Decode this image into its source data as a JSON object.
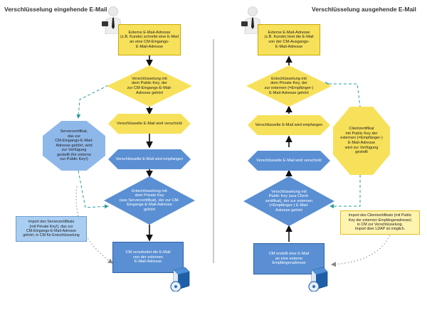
{
  "left": {
    "title": "Verschlüsselung eingehende E-Mail",
    "n1": "Externe E-Mail-Adresse\n(z.B. Kunde) schreibt eine E-Mail\nan eine CM-Eingangs-\nE-Mail-Adresse",
    "n2": "Verschlüsselung mit\ndem Public Key, der\nzur CM-Eingangs-E-Mail-\nAdresse gehört",
    "n3": "Verschlüsselte E-Mail wird verschickt",
    "n4": "Verschlüsselte E-Mail wird empfangen",
    "n5": "Entschlüsselung mit\ndem Private Key\n(aus Serverzertifikat), der zur CM-\nEingangs-E-Mail-Adresse\ngehört",
    "n6": "CM verarbeitet die E-Mail\nvon der externen\nE-Mail-Adresse",
    "cert": "Serverzertifikat,\ndas zur\nCM-Eingangs-E-Mail-\nAdresse gehört, wird\nzur Verfügung\ngestellt (für externe\nnur Public Key!)",
    "note": "Import des Serverzertifikats\n(mit Private Key!), das zur\nCM-Eingangs-E-Mail-Adresse\ngehört, in CM für Entschlüsselung"
  },
  "right": {
    "title": "Verschlüsselung ausgehende E-Mail",
    "n1": "Externe E-Mail-Adresse\n(z.B. Kunde) liest die E-Mail\nvon der CM-Ausgangs-\nE-Mail-Adresse",
    "n2": "Entschlüsselung mit\ndem Private Key, der\nzur externen (=Empfänger-)\nE-Mail-Adresse gehört",
    "n3": "Verschlüsselte E-Mail wird empfangen",
    "n4": "Verschlüsselte E-Mail wird verschickt",
    "n5": "Verschlüsselung mit\nPublic Key (aus Client-\nzertifikat), der zur externen\n(=Empfänger-) E-Mail-\nAdresse gehört",
    "n6": "CM erstellt eine E-Mail\nan eine externe\nEmpfängeradresse",
    "cert": "Clientzertifikat\nmit Public Key der\nexternen (=Empfänger-)\nE-Mail-Adresse\nwird zur Verfügung\ngestellt",
    "note": "Import des Clientzertifikats (mit Public\nKey der externen Empfängeradresse)\nin CM zur Verschlüsselung.\nImport über LDAP ist möglich."
  },
  "colors": {
    "yellow": "#f8e15a",
    "blue": "#5a8fd3",
    "dash": "#2a9fa0",
    "dot": "#999999"
  }
}
